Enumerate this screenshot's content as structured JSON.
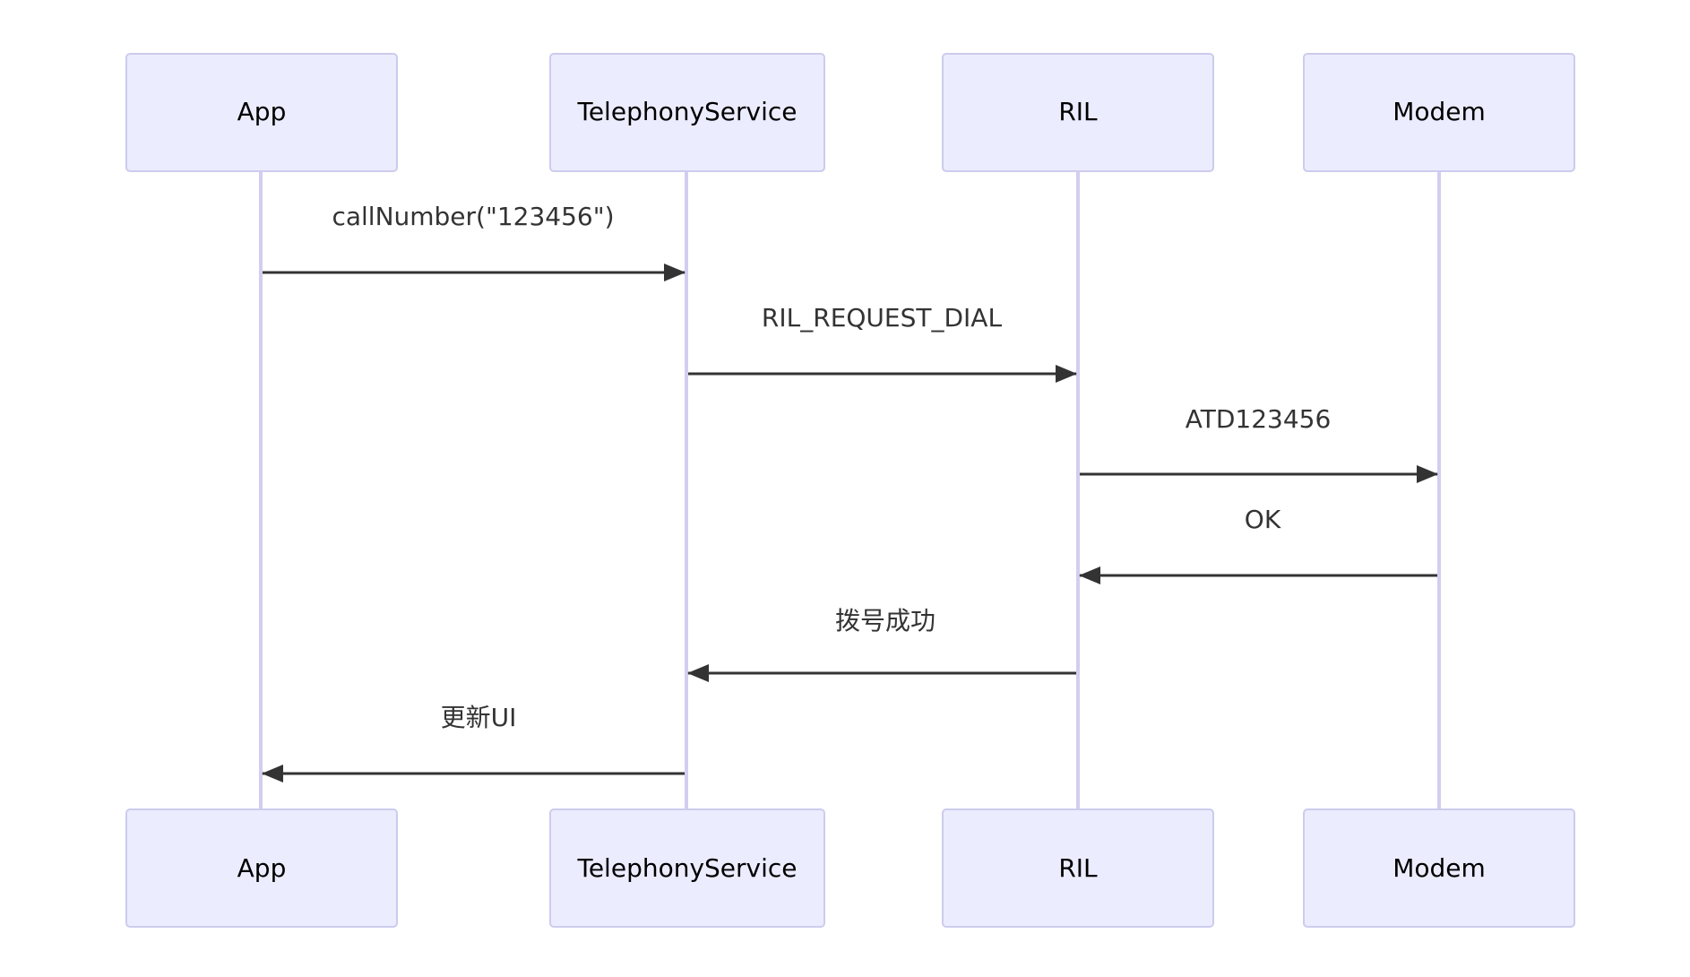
{
  "diagram": {
    "type": "sequence",
    "colors": {
      "actor_fill": "#ECECFF",
      "actor_stroke": "#CCCCEE",
      "lifeline": "#D4CDF0",
      "message": "#333333",
      "text": "#000000"
    },
    "participants": [
      {
        "id": "app",
        "label": "App"
      },
      {
        "id": "telephony",
        "label": "TelephonyService"
      },
      {
        "id": "ril",
        "label": "RIL"
      },
      {
        "id": "modem",
        "label": "Modem"
      }
    ],
    "messages": [
      {
        "from": "app",
        "to": "telephony",
        "label": "callNumber(\"123456\")"
      },
      {
        "from": "telephony",
        "to": "ril",
        "label": "RIL_REQUEST_DIAL"
      },
      {
        "from": "ril",
        "to": "modem",
        "label": "ATD123456"
      },
      {
        "from": "modem",
        "to": "ril",
        "label": "OK"
      },
      {
        "from": "ril",
        "to": "telephony",
        "label": "拨号成功"
      },
      {
        "from": "telephony",
        "to": "app",
        "label": "更新UI"
      }
    ]
  }
}
